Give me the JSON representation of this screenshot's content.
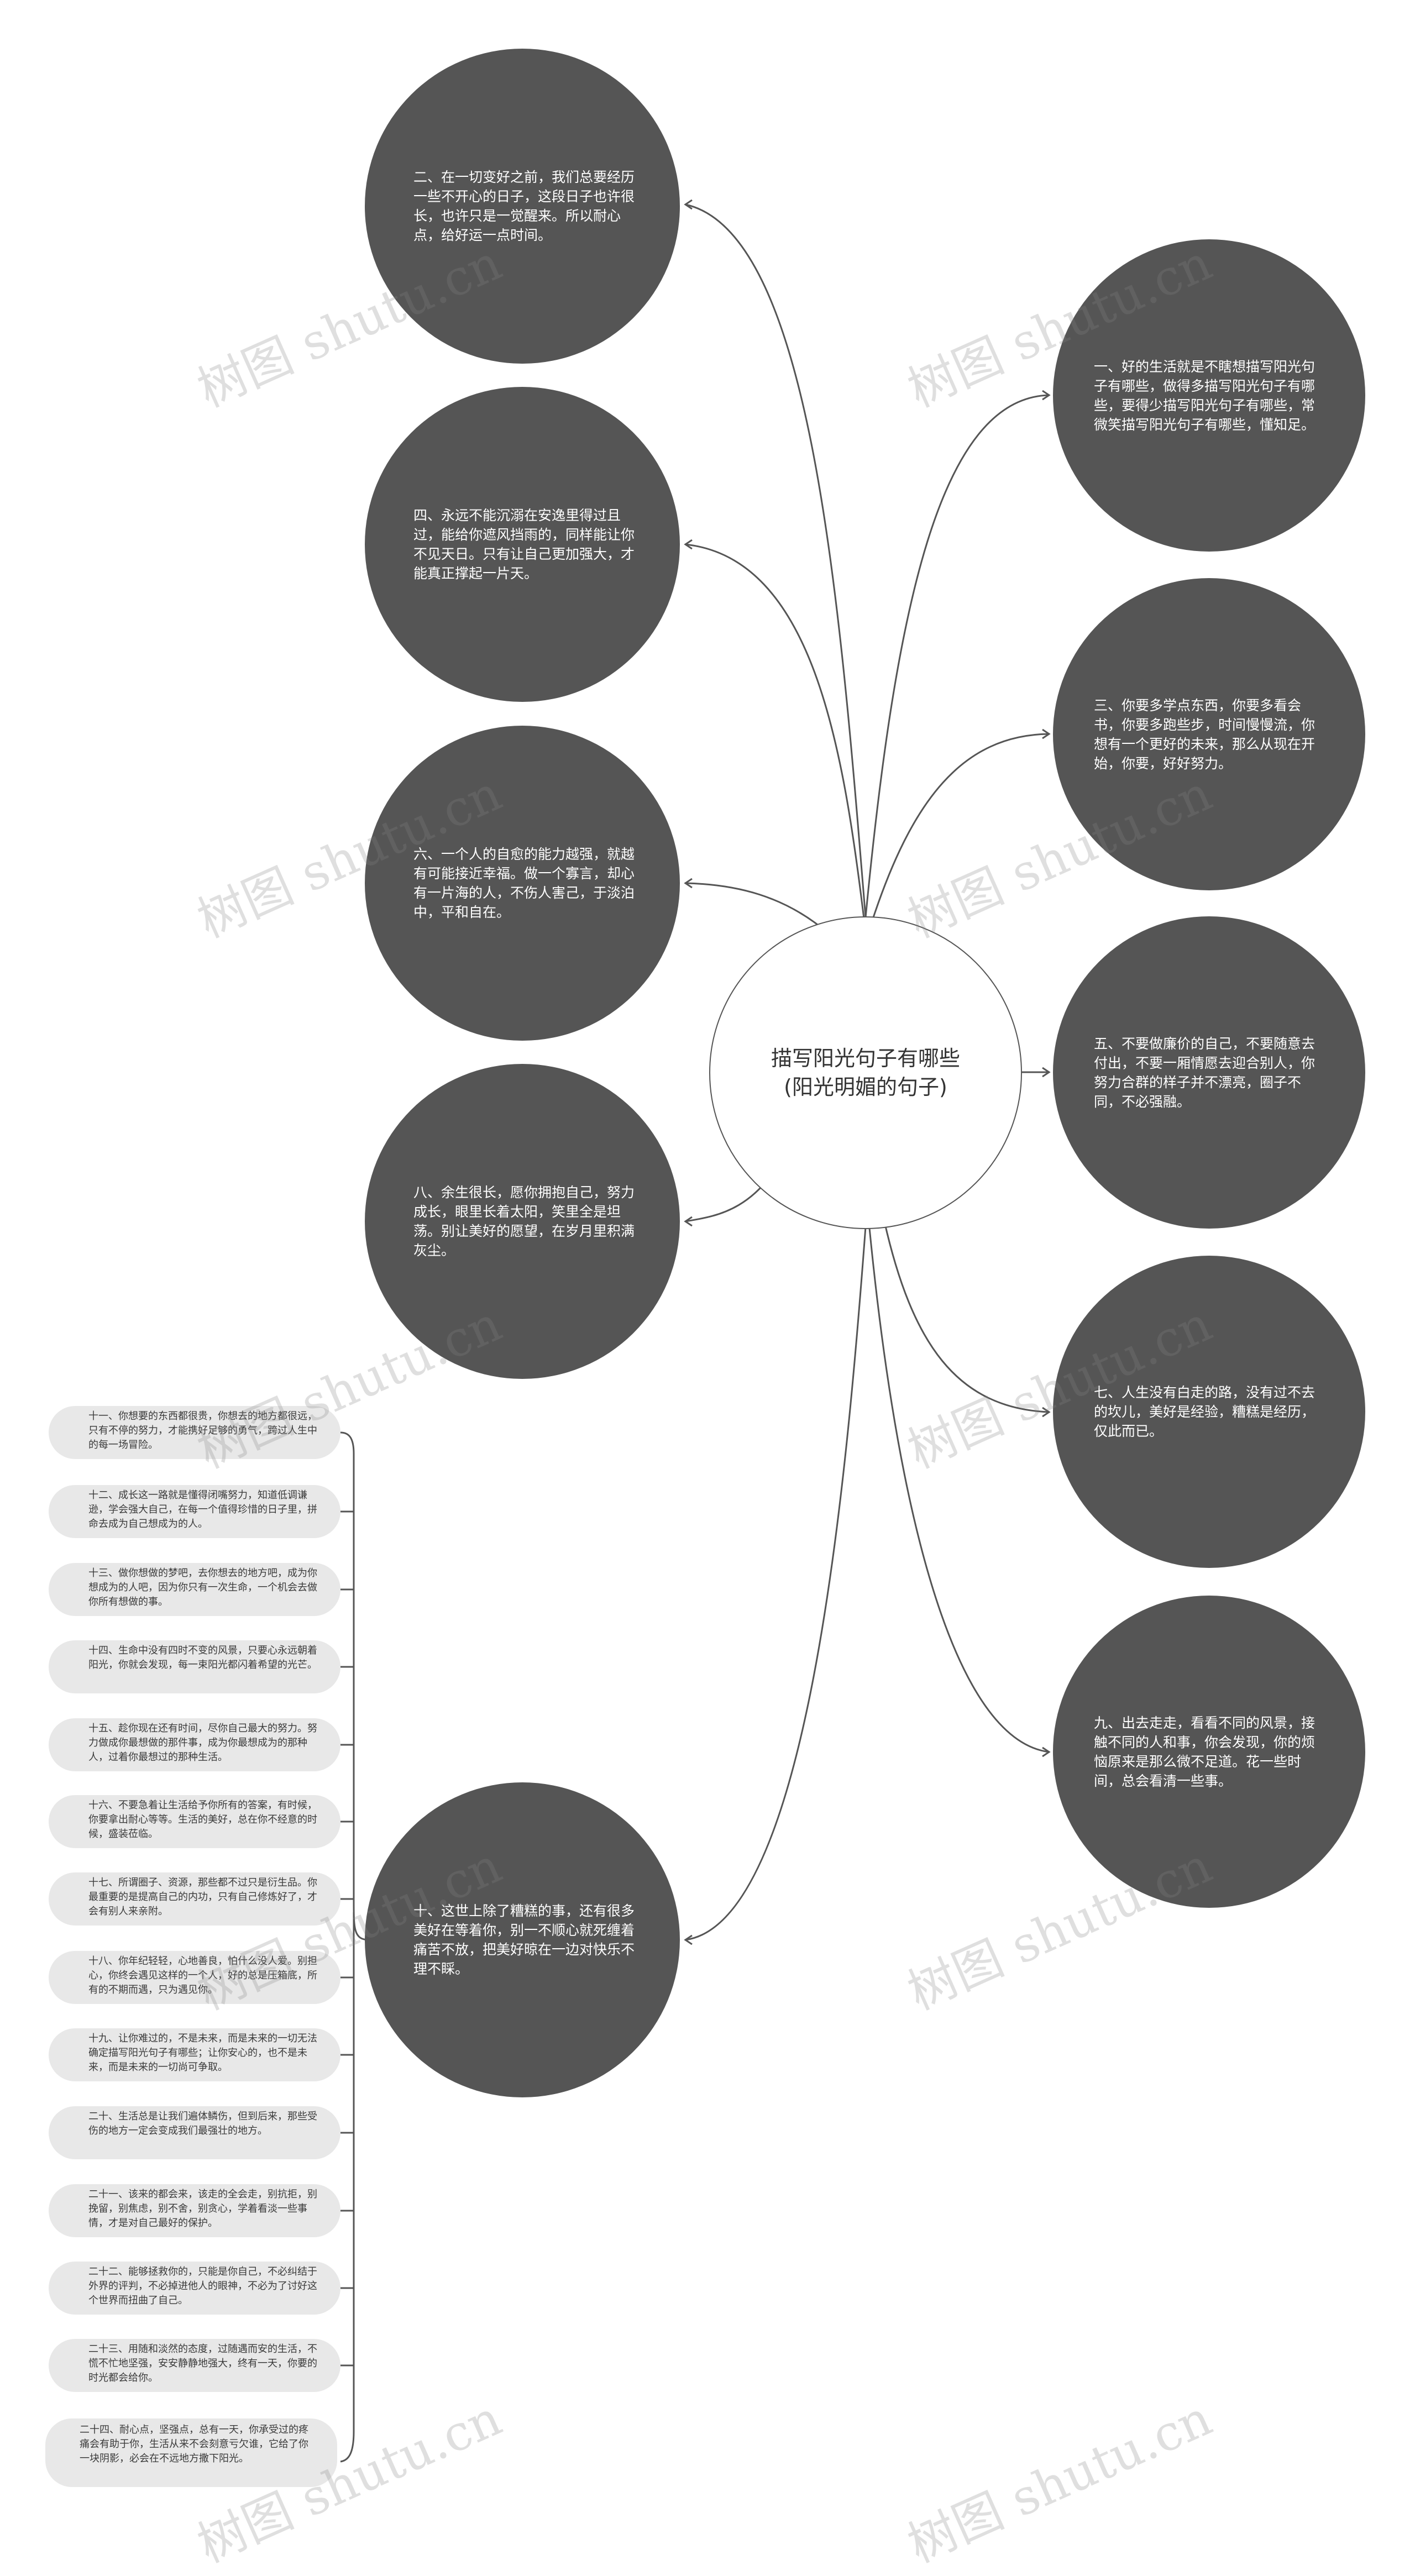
{
  "root": "描写阳光句子有哪些(阳光明媚的句子)",
  "branches": [
    {
      "id": "b1",
      "text": "一、好的生活就是不瞎想描写阳光句子有哪些，做得多描写阳光句子有哪些，要得少描写阳光句子有哪些，常微笑描写阳光句子有哪些，懂知足。"
    },
    {
      "id": "b2",
      "text": "二、在一切变好之前，我们总要经历一些不开心的日子，这段日子也许很长，也许只是一觉醒来。所以耐心点，给好运一点时间。"
    },
    {
      "id": "b3",
      "text": "三、你要多学点东西，你要多看会书，你要多跑些步，时间慢慢流，你想有一个更好的未来，那么从现在开始，你要，好好努力。"
    },
    {
      "id": "b4",
      "text": "四、永远不能沉溺在安逸里得过且过，能给你遮风挡雨的，同样能让你不见天日。只有让自己更加强大，才能真正撑起一片天。"
    },
    {
      "id": "b5",
      "text": "五、不要做廉价的自己，不要随意去付出，不要一厢情愿去迎合别人，你努力合群的样子并不漂亮，圈子不同，不必强融。"
    },
    {
      "id": "b6",
      "text": "六、一个人的自愈的能力越强，就越有可能接近幸福。做一个寡言，却心有一片海的人，不伤人害己，于淡泊中，平和自在。"
    },
    {
      "id": "b7",
      "text": "七、人生没有白走的路，没有过不去的坎儿，美好是经验，糟糕是经历，仅此而已。"
    },
    {
      "id": "b8",
      "text": "八、余生很长，愿你拥抱自己，努力成长，眼里长着太阳，笑里全是坦荡。别让美好的愿望，在岁月里积满灰尘。"
    },
    {
      "id": "b9",
      "text": "九、出去走走，看看不同的风景，接触不同的人和事，你会发现，你的烦恼原来是那么微不足道。花一些时间，总会看清一些事。"
    },
    {
      "id": "b10",
      "text": "十、这世上除了糟糕的事，还有很多美好在等着你，别一不顺心就死缠着痛苦不放，把美好晾在一边对快乐不理不睬。"
    }
  ],
  "leaves": [
    "十一、你想要的东西都很贵，你想去的地方都很远，只有不停的努力，才能携好足够的勇气，跨过人生中的每一场冒险。",
    "十二、成长这一路就是懂得闭嘴努力，知道低调谦逊，学会强大自己，在每一个值得珍惜的日子里，拼命去成为自己想成为的人。",
    "十三、做你想做的梦吧，去你想去的地方吧，成为你想成为的人吧，因为你只有一次生命，一个机会去做你所有想做的事。",
    "十四、生命中没有四时不变的风景，只要心永远朝着阳光，你就会发现，每一束阳光都闪着希望的光芒。",
    "十五、趁你现在还有时间，尽你自己最大的努力。努力做成你最想做的那件事，成为你最想成为的那种人，过着你最想过的那种生活。",
    "十六、不要急着让生活给予你所有的答案，有时候，你要拿出耐心等等。生活的美好，总在你不经意的时候，盛装莅临。",
    "十七、所谓圈子、资源，那些都不过只是衍生品。你最重要的是提高自己的内功，只有自己修炼好了，才会有别人来亲附。",
    "十八、你年纪轻轻，心地善良，怕什么没人爱。别担心，你终会遇见这样的一个人，好的总是压箱底，所有的不期而遇，只为遇见你。",
    "十九、让你难过的，不是未来，而是未来的一切无法确定描写阳光句子有哪些；让你安心的，也不是未来，而是未来的一切尚可争取。",
    "二十、生活总是让我们遍体鳞伤，但到后来，那些受伤的地方一定会变成我们最强壮的地方。",
    "二十一、该来的都会来，该走的全会走，别抗拒，别挽留，别焦虑，别不舍，别贪心，学着看淡一些事情，才是对自己最好的保护。",
    "二十二、能够拯救你的，只能是你自己，不必纠结于外界的评判，不必掉进他人的眼神，不必为了讨好这个世界而扭曲了自己。",
    "二十三、用随和淡然的态度，过随遇而安的生活，不慌不忙地坚强，安安静静地强大，终有一天，你要的时光都会给你。",
    "二十四、耐心点，坚强点，总有一天，你承受过的疼痛会有助于你，生活从来不会刻意亏欠谁，它给了你一块阴影，必会在不远地方撒下阳光。"
  ],
  "watermark": "树图 shutu.cn"
}
